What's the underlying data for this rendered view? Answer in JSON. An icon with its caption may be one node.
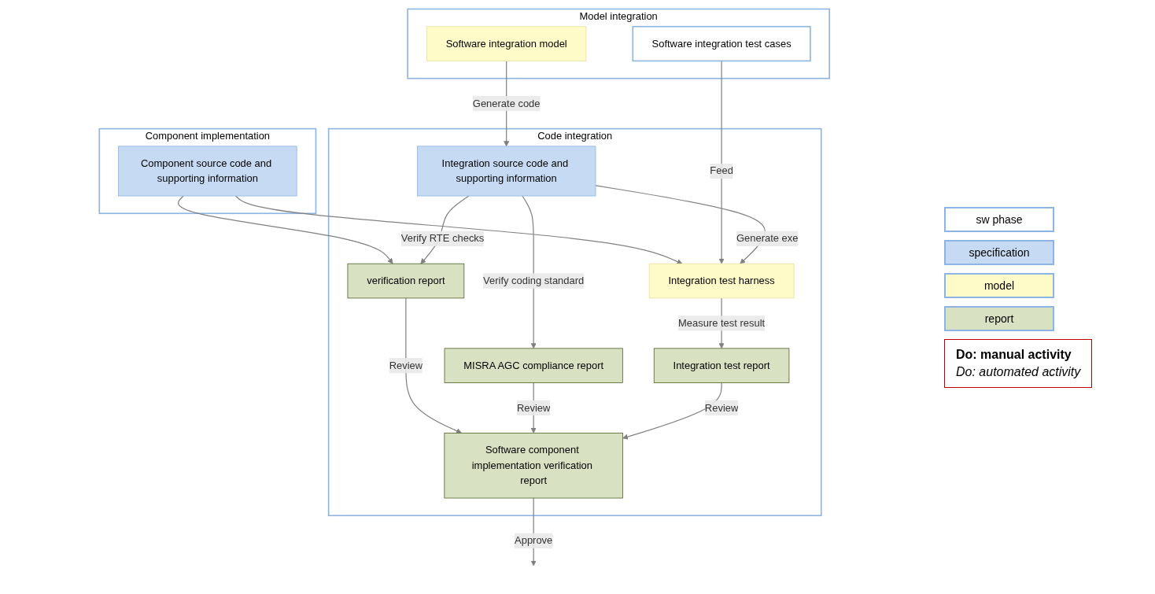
{
  "diagram": {
    "nodes": [
      {
        "text": [
          "Component implementation"
        ]
      },
      {
        "text": [
          "Component source code and supporting information"
        ],
        "in": 0
      },
      {
        "text": [
          "Model integration"
        ]
      },
      {
        "text": [
          "Software integration model"
        ],
        "in": 2
      },
      {
        "text": [
          "Software integration test cases"
        ],
        "in": 2
      },
      {
        "text": [
          "Code integration"
        ]
      },
      {
        "text": [
          "Integration source code and supporting information"
        ],
        "in": 5
      },
      {
        "text": [
          "Integration test harness"
        ],
        "in": 5
      },
      {
        "text": [
          "verification report"
        ],
        "in": 5
      },
      {
        "text": [
          "MISRA AGC compliance report"
        ],
        "in": 5
      },
      {
        "text": [
          "Integration test report"
        ],
        "in": 5
      },
      {
        "text": [
          "Software component implementation verification report"
        ],
        "in": 5
      }
    ],
    "edges": [
      {
        "from": 1,
        "to": 8,
        "arrow": "to"
      },
      {
        "from": 1,
        "to": 7,
        "arrow": "to"
      },
      {
        "from": 3,
        "to": 6,
        "arrow": "to",
        "label": "Generate code"
      },
      {
        "from": 4,
        "to": 7,
        "arrow": "to",
        "label": "Feed"
      },
      {
        "from": 6,
        "to": 7,
        "arrow": "to",
        "label": "Generate exe"
      },
      {
        "from": 6,
        "to": 8,
        "arrow": "to",
        "label": "Verify RTE checks"
      },
      {
        "from": 6,
        "to": 9,
        "arrow": "to",
        "label": "Verify coding standard"
      },
      {
        "from": 7,
        "to": 10,
        "arrow": "to",
        "label": "Measure test result"
      },
      {
        "from": 8,
        "to": 11,
        "arrow": "to",
        "label": "Review"
      },
      {
        "from": 9,
        "to": 11,
        "arrow": "to",
        "label": "Review"
      },
      {
        "from": 10,
        "to": 11,
        "arrow": "to",
        "label": "Review"
      },
      {
        "from": 11,
        "to": null,
        "arrow": "to",
        "label": "Approve"
      }
    ],
    "legend": [
      {
        "text": "sw phase",
        "color": "#ffffff"
      },
      {
        "text": "specification",
        "color": "#c6dbf3"
      },
      {
        "text": "model",
        "color": "#fffbc8"
      },
      {
        "text": "report",
        "color": "#d8e2c2"
      },
      {
        "text": "Do: manual activity"
      },
      {
        "text": "Do: automated activity"
      }
    ]
  }
}
